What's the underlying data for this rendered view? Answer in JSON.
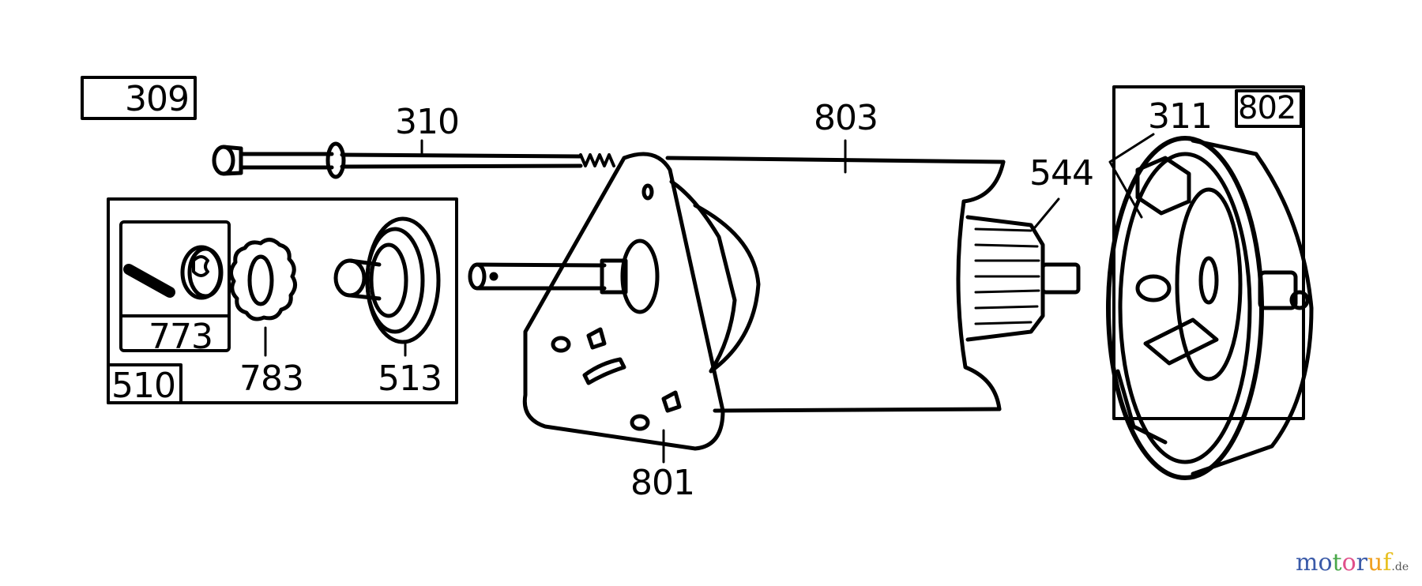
{
  "diagram": {
    "type": "exploded-parts-view",
    "subject": "starter motor assembly",
    "part_labels": {
      "p309": "309",
      "p310": "310",
      "p311": "311",
      "p510": "510",
      "p513": "513",
      "p544": "544",
      "p773": "773",
      "p783": "783",
      "p801": "801",
      "p802": "802",
      "p803": "803"
    },
    "boxed_labels": [
      "309",
      "510",
      "773",
      "802"
    ],
    "line_color": "#000000",
    "background": "#ffffff"
  },
  "watermark": {
    "letters": [
      "m",
      "o",
      "t",
      "o",
      "r",
      "u",
      "f"
    ],
    "colors": [
      "#3a5aa8",
      "#3a5aa8",
      "#4aa84a",
      "#e0508a",
      "#3a5aa8",
      "#f0a020",
      "#e8c020"
    ],
    "tld": ".de"
  }
}
